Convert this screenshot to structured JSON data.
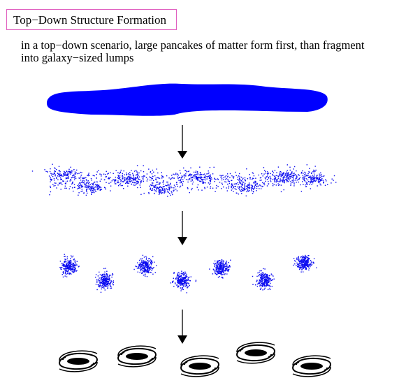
{
  "title": "Top−Down Structure Formation",
  "caption": {
    "line1": "in a top−down scenario, large pancakes of matter form first, than fragment",
    "line2": "into galaxy−sized lumps"
  },
  "colors": {
    "pancake": "#0000ff",
    "particles": "#0a0af0",
    "title_border": "#e060c0",
    "arrow": "#000000",
    "galaxy": "#000000"
  },
  "stages": [
    {
      "id": "pancake",
      "icon": "pancake-blob"
    },
    {
      "id": "fragmenting-filament",
      "icon": "particle-cloud"
    },
    {
      "id": "galaxy-sized-lumps",
      "icon": "particle-clumps"
    },
    {
      "id": "galaxies",
      "icon": "spiral-galaxy-icon"
    }
  ]
}
